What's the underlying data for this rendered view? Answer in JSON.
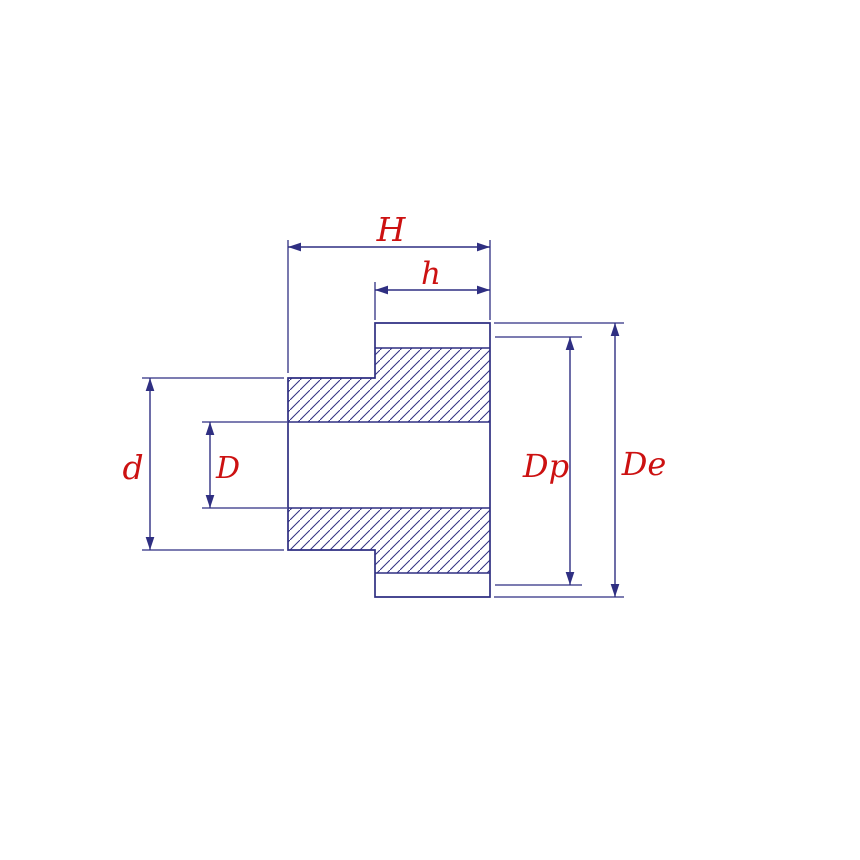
{
  "diagram": {
    "labels": {
      "H": "H",
      "h": "h",
      "d": "d",
      "D": "D",
      "Dp": "Dp",
      "De": "De"
    },
    "colors": {
      "line": "#2f2f82",
      "label": "#cc1111",
      "background": "#ffffff"
    }
  }
}
